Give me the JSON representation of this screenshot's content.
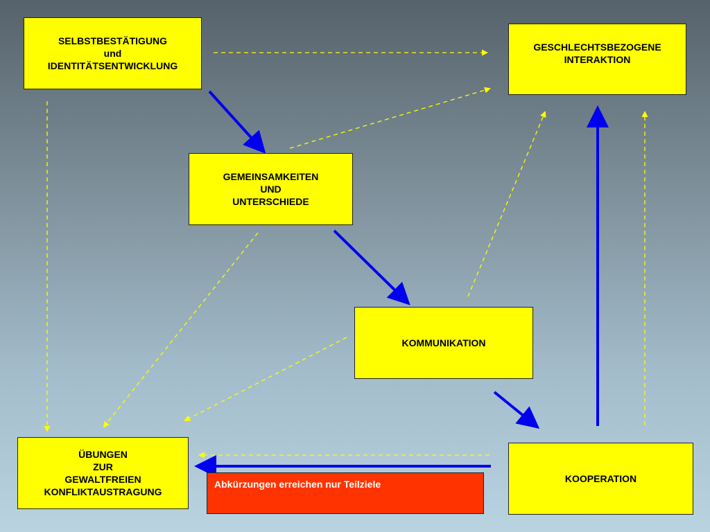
{
  "nodes": {
    "selbst": [
      "SELBSTBESTÄTIGUNG",
      "und",
      "IDENTITÄTSENTWICKLUNG"
    ],
    "geschlecht": [
      "GESCHLECHTSBEZOGENE",
      "INTERAKTION"
    ],
    "gemeinsam": [
      "GEMEINSAMKEITEN",
      "UND",
      "UNTERSCHIEDE"
    ],
    "kommunikation": [
      "KOMMUNIKATION"
    ],
    "uebungen": [
      "ÜBUNGEN",
      "ZUR",
      "GEWALTFREIEN",
      "KONFLIKTAUSTRAGUNG"
    ],
    "kooperation": [
      "KOOPERATION"
    ]
  },
  "note": {
    "text": "Abkürzungen erreichen nur Teilziele"
  },
  "colors": {
    "box": "#ffff00",
    "note": "#ff3300",
    "solid_arrow": "#0000ee",
    "dashed_arrow": "#ffff00"
  }
}
